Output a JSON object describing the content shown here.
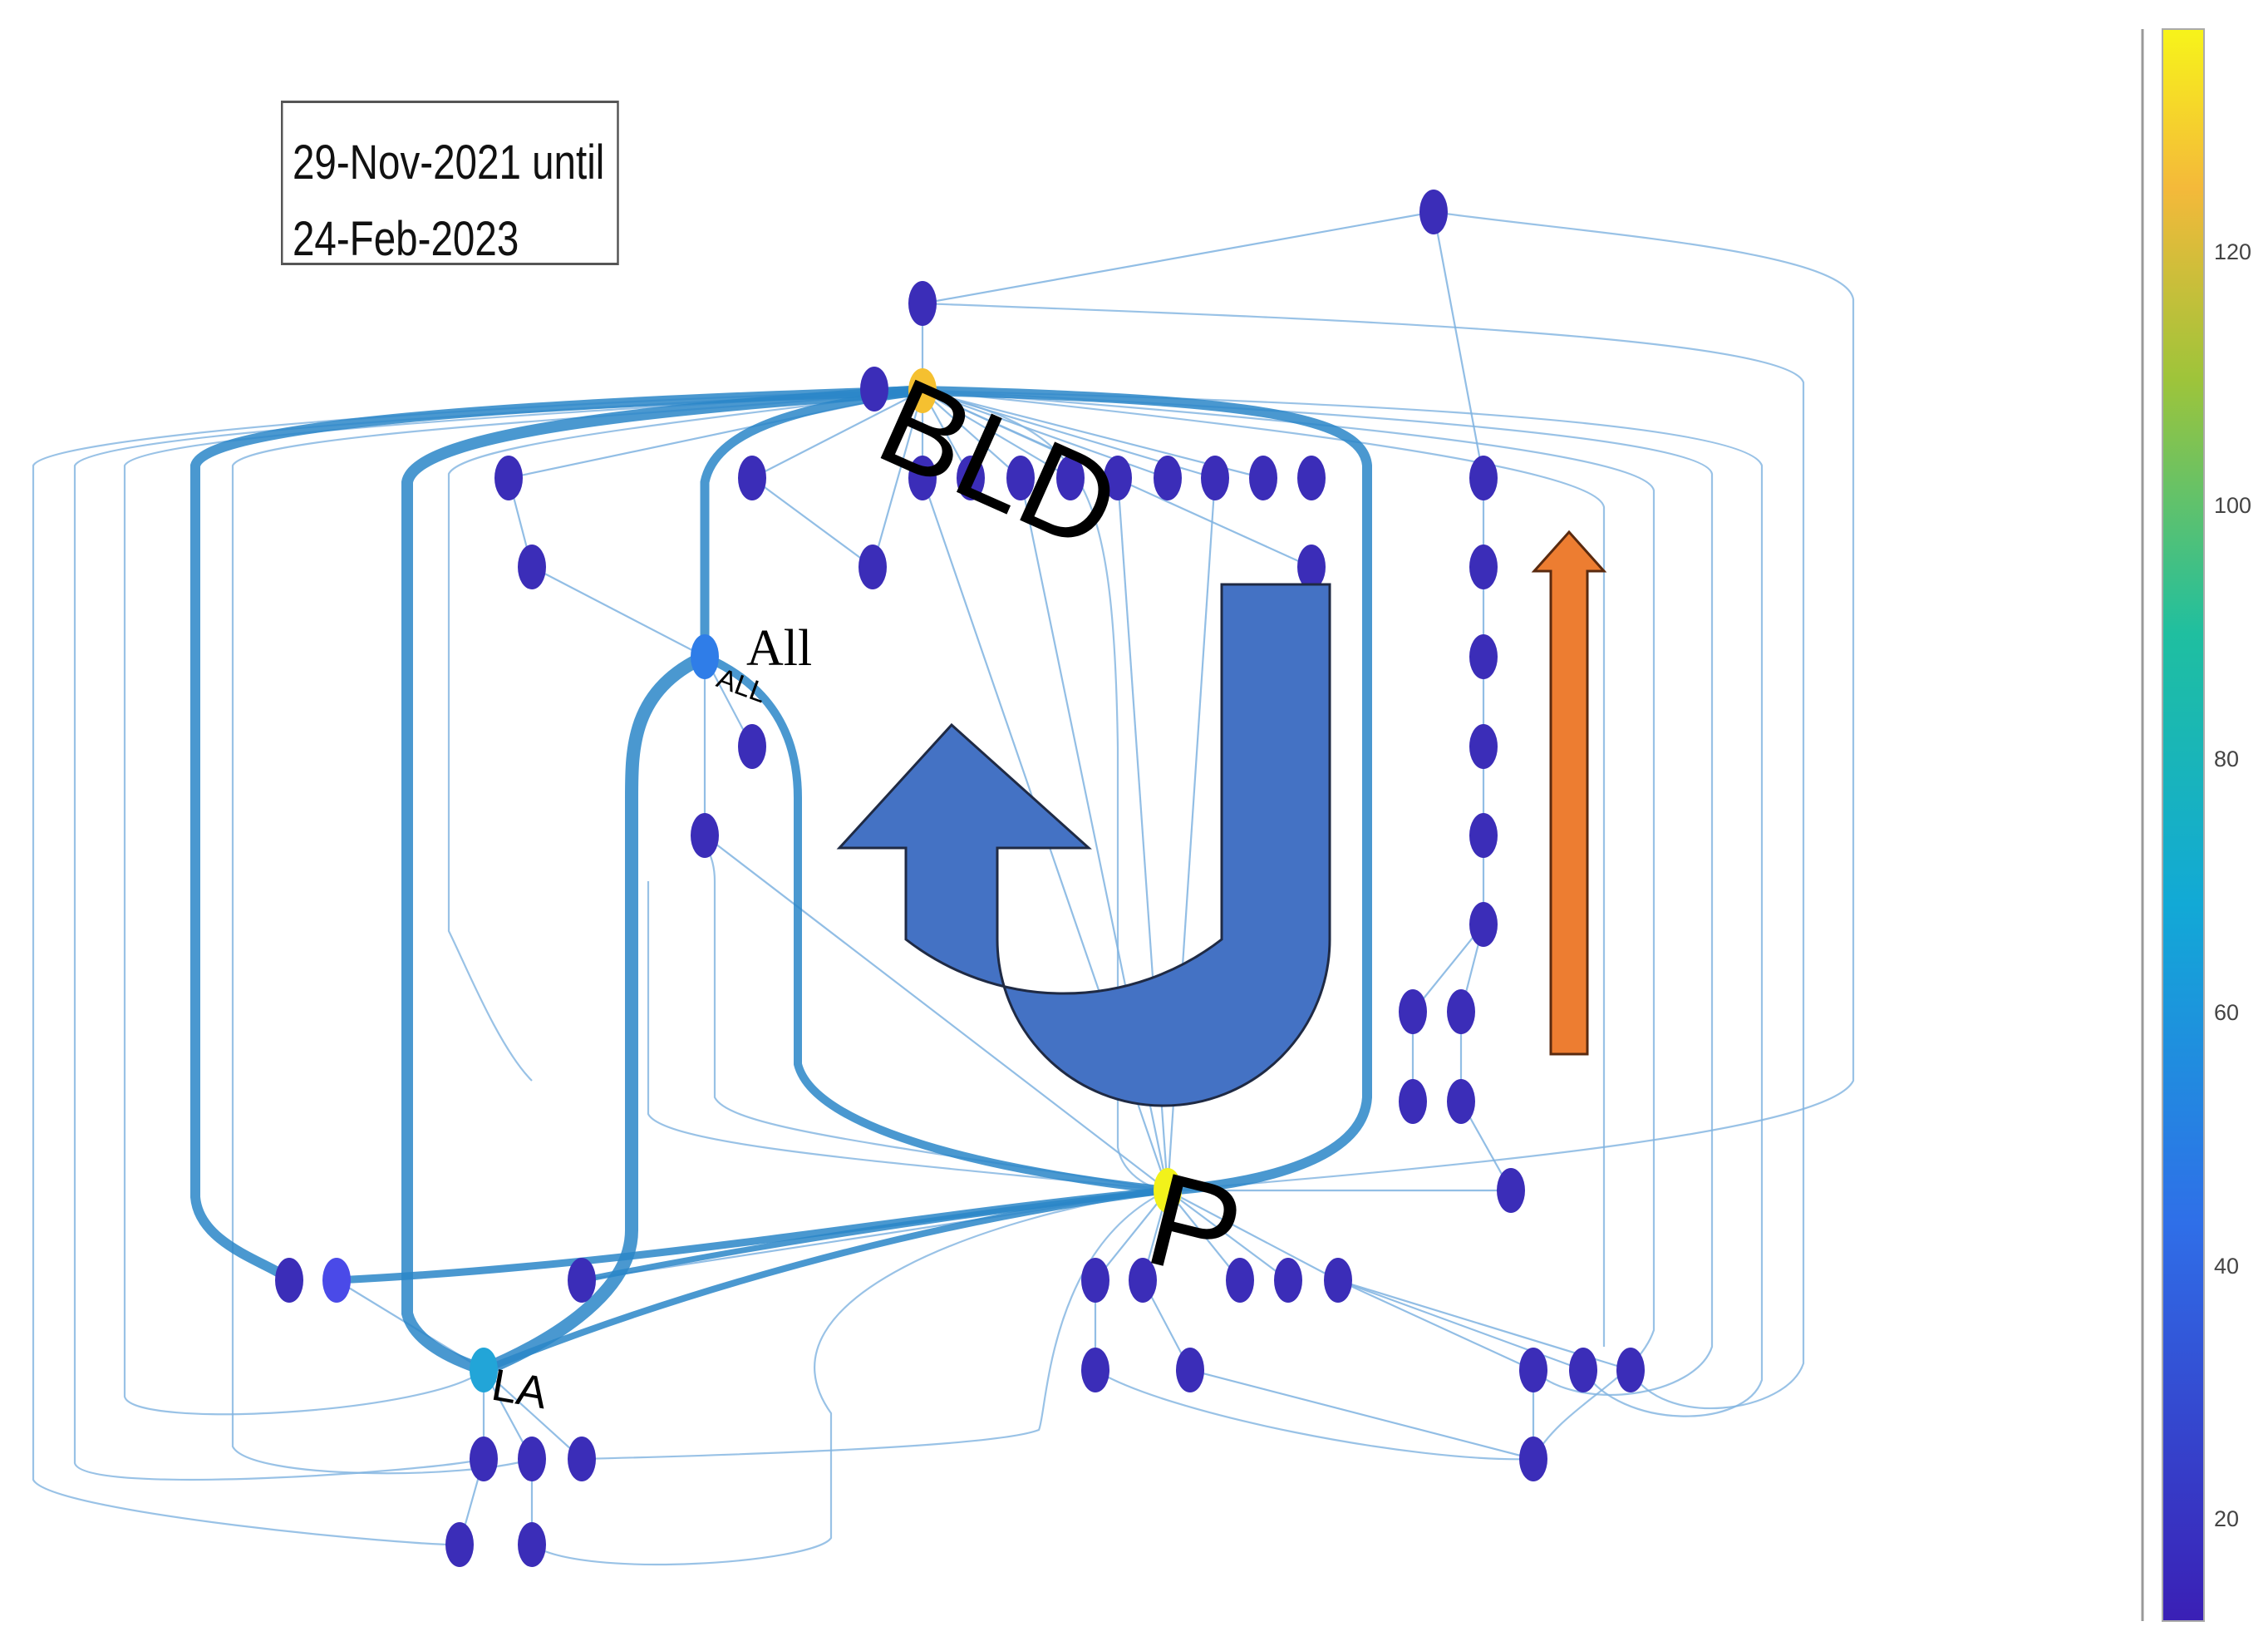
{
  "date_box": {
    "line1": "29-Nov-2021 until",
    "line2": "24-Feb-2023"
  },
  "labels": {
    "bld": "BLD",
    "p": "P",
    "all": "All",
    "all_small": "ALL",
    "la": "LA"
  },
  "colorbar": {
    "ticks": [
      "120",
      "100",
      "80",
      "60",
      "40",
      "20"
    ]
  },
  "colors": {
    "node": "#3b2db8",
    "edge": "#7fb3e0",
    "edge_heavy": "#2a86c8",
    "bld_node": "#f5c030",
    "p_node": "#f2f21a",
    "all_node": "#2f7de8",
    "la_node": "#22a5d8",
    "u_arrow": "#4472c4",
    "up_arrow": "#ed7d31"
  }
}
